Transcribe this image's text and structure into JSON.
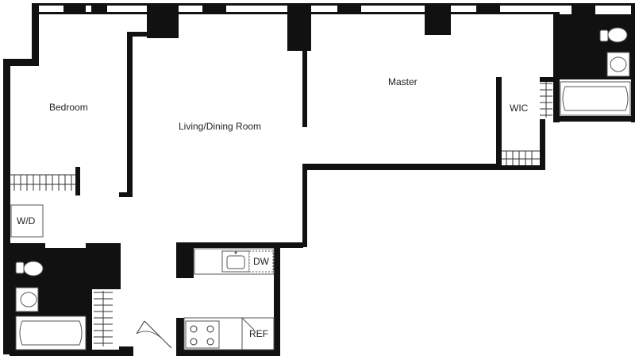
{
  "rooms": {
    "bedroom": "Bedroom",
    "living": "Living/Dining Room",
    "master": "Master",
    "wic": "WIC"
  },
  "fixtures": {
    "washer_dryer": "W/D",
    "dishwasher": "DW",
    "refrigerator": "REF"
  },
  "colors": {
    "wall": "#111111",
    "background": "#ffffff",
    "fixture_stroke": "#555555"
  }
}
